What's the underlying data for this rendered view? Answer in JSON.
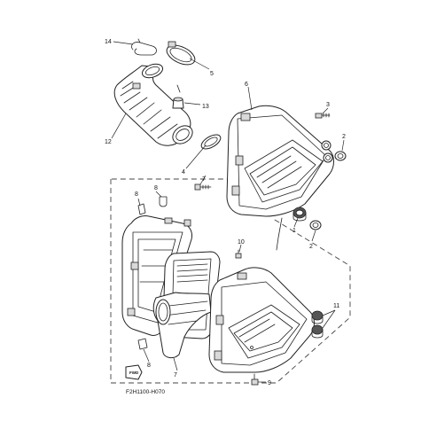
{
  "diagram": {
    "drawing_code": "F2H1100-H070",
    "fwd_label": "FWD",
    "callouts": [
      {
        "id": "c14",
        "text": "14"
      },
      {
        "id": "c5",
        "text": "5"
      },
      {
        "id": "c13",
        "text": "13"
      },
      {
        "id": "c12",
        "text": "12"
      },
      {
        "id": "c4",
        "text": "4"
      },
      {
        "id": "c6",
        "text": "6"
      },
      {
        "id": "c3",
        "text": "3"
      },
      {
        "id": "c2a",
        "text": "2"
      },
      {
        "id": "c7",
        "text": "7"
      },
      {
        "id": "c1",
        "text": "1"
      },
      {
        "id": "c2b",
        "text": "2"
      },
      {
        "id": "c8a",
        "text": "8"
      },
      {
        "id": "c8b",
        "text": "8"
      },
      {
        "id": "c8c",
        "text": "8"
      },
      {
        "id": "c10",
        "text": "10"
      },
      {
        "id": "c11",
        "text": "11"
      },
      {
        "id": "c9",
        "text": "9"
      },
      {
        "id": "c7b",
        "text": "7"
      }
    ]
  }
}
